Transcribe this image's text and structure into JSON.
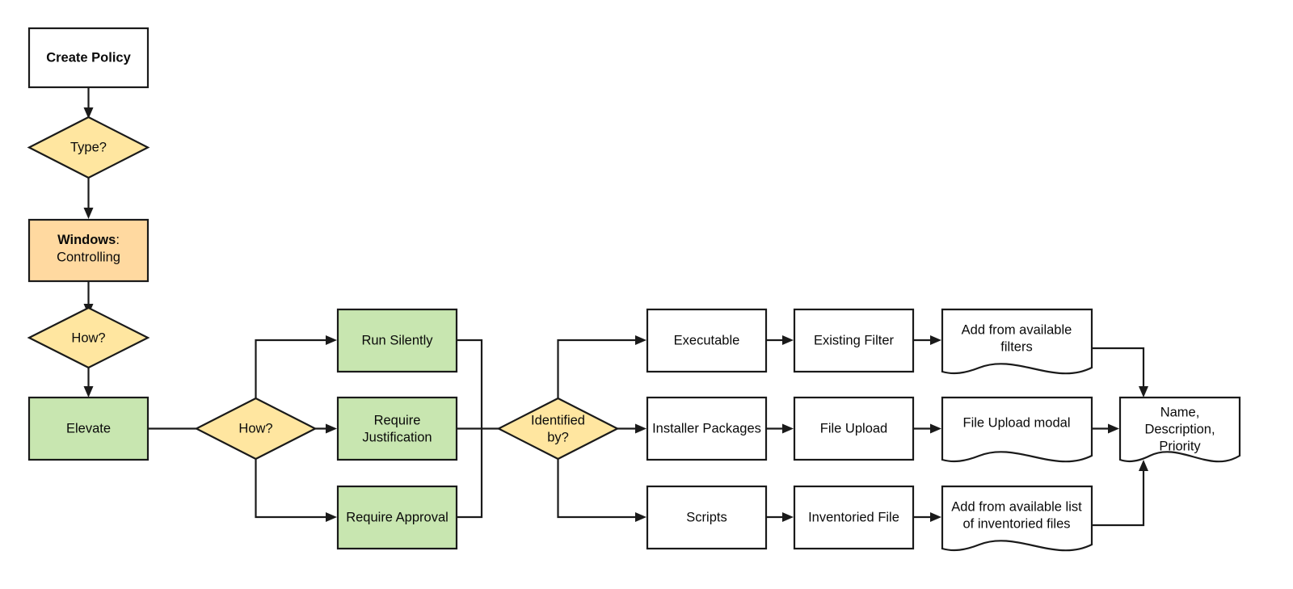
{
  "diagram": {
    "title": "Create Policy flow",
    "colors": {
      "fill_white": "#ffffff",
      "fill_yellow": "#ffe6a0",
      "fill_orange": "#ffd9a0",
      "fill_green": "#c8e6b0",
      "stroke": "#1a1a1a",
      "text": "#0a0a0a"
    },
    "nodes": {
      "create_policy": {
        "label": "Create Policy",
        "shape": "process",
        "fill": "#ffffff",
        "bold": true
      },
      "type_q": {
        "label": "Type?",
        "shape": "decision",
        "fill": "#ffe6a0"
      },
      "windows_controlling": {
        "label_bold": "Windows",
        "label_rest": ":",
        "label_line2": "Controlling",
        "shape": "process",
        "fill": "#ffd9a0"
      },
      "how_q1": {
        "label": "How?",
        "shape": "decision",
        "fill": "#ffe6a0"
      },
      "elevate": {
        "label": "Elevate",
        "shape": "process",
        "fill": "#c8e6b0"
      },
      "how_q2": {
        "label": "How?",
        "shape": "decision",
        "fill": "#ffe6a0"
      },
      "run_silently": {
        "label": "Run Silently",
        "shape": "process",
        "fill": "#c8e6b0"
      },
      "require_justification": {
        "label_line1": "Require",
        "label_line2": "Justification",
        "shape": "process",
        "fill": "#c8e6b0"
      },
      "require_approval": {
        "label": "Require Approval",
        "shape": "process",
        "fill": "#c8e6b0"
      },
      "identified_by_q": {
        "label_line1": "Identified",
        "label_line2": "by?",
        "shape": "decision",
        "fill": "#ffe6a0"
      },
      "executable": {
        "label": "Executable",
        "shape": "process",
        "fill": "#ffffff"
      },
      "installer_packages": {
        "label": "Installer Packages",
        "shape": "process",
        "fill": "#ffffff"
      },
      "scripts": {
        "label": "Scripts",
        "shape": "process",
        "fill": "#ffffff"
      },
      "existing_filter": {
        "label": "Existing Filter",
        "shape": "process",
        "fill": "#ffffff"
      },
      "file_upload": {
        "label": "File Upload",
        "shape": "process",
        "fill": "#ffffff"
      },
      "inventoried_file": {
        "label": "Inventoried File",
        "shape": "process",
        "fill": "#ffffff"
      },
      "add_from_available_filters": {
        "label_line1": "Add from available",
        "label_line2": "filters",
        "shape": "document",
        "fill": "#ffffff"
      },
      "file_upload_modal": {
        "label": "File Upload modal",
        "shape": "document",
        "fill": "#ffffff"
      },
      "add_from_inventoried_list": {
        "label_line1": "Add from available list",
        "label_line2": "of inventoried files",
        "shape": "document",
        "fill": "#ffffff"
      },
      "name_description_priority": {
        "label_line1": "Name,",
        "label_line2": "Description,",
        "label_line3": "Priority",
        "shape": "document",
        "fill": "#ffffff"
      }
    },
    "edges": [
      {
        "from": "create_policy",
        "to": "type_q"
      },
      {
        "from": "type_q",
        "to": "windows_controlling"
      },
      {
        "from": "windows_controlling",
        "to": "how_q1"
      },
      {
        "from": "how_q1",
        "to": "elevate"
      },
      {
        "from": "elevate",
        "to": "how_q2"
      },
      {
        "from": "how_q2",
        "to": "run_silently"
      },
      {
        "from": "how_q2",
        "to": "require_justification"
      },
      {
        "from": "how_q2",
        "to": "require_approval"
      },
      {
        "from": "run_silently",
        "to": "identified_by_q"
      },
      {
        "from": "require_justification",
        "to": "identified_by_q"
      },
      {
        "from": "require_approval",
        "to": "identified_by_q"
      },
      {
        "from": "identified_by_q",
        "to": "executable"
      },
      {
        "from": "identified_by_q",
        "to": "installer_packages"
      },
      {
        "from": "identified_by_q",
        "to": "scripts"
      },
      {
        "from": "executable",
        "to": "existing_filter"
      },
      {
        "from": "installer_packages",
        "to": "file_upload"
      },
      {
        "from": "scripts",
        "to": "inventoried_file"
      },
      {
        "from": "existing_filter",
        "to": "add_from_available_filters"
      },
      {
        "from": "file_upload",
        "to": "file_upload_modal"
      },
      {
        "from": "inventoried_file",
        "to": "add_from_inventoried_list"
      },
      {
        "from": "add_from_available_filters",
        "to": "name_description_priority"
      },
      {
        "from": "file_upload_modal",
        "to": "name_description_priority"
      },
      {
        "from": "add_from_inventoried_list",
        "to": "name_description_priority"
      }
    ]
  }
}
